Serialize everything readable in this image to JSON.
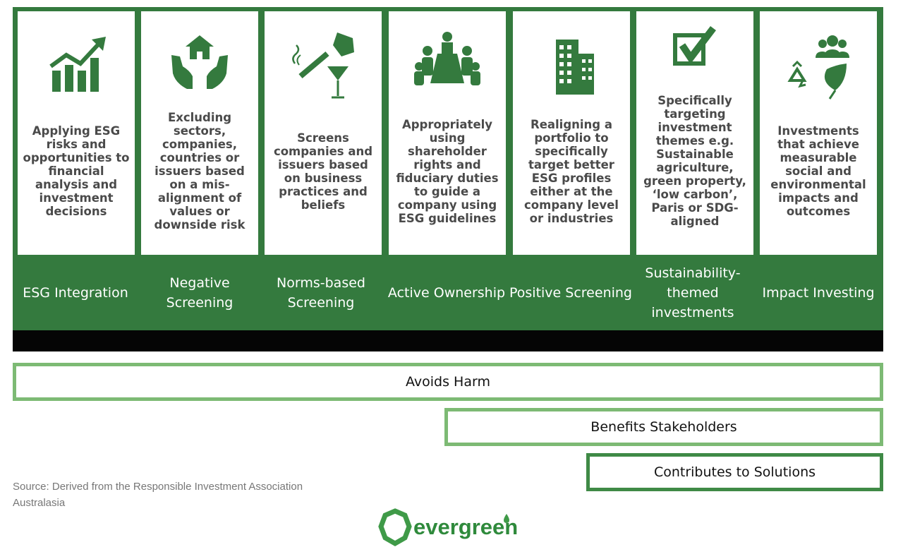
{
  "colors": {
    "primary_green": "#347a3e",
    "light_green": "#7dba74",
    "band_black": "#050505"
  },
  "strategies": [
    {
      "icon": "growth-chart-icon",
      "description": "Applying ESG risks and opportunities to financial analysis and investment decisions",
      "label": "ESG Integration"
    },
    {
      "icon": "hands-house-icon",
      "description": "Excluding sectors, companies, countries or issuers based on a mis-alignment of values or downside risk",
      "label": "Negative Screening"
    },
    {
      "icon": "smoking-drinking-gambling-icon",
      "description": "Screens companies and issuers based on business practices and beliefs",
      "label": "Norms-based Screening"
    },
    {
      "icon": "boardroom-meeting-icon",
      "description": "Appropriately using shareholder rights and fiduciary duties to guide a company using ESG guidelines",
      "label": "Active Ownership"
    },
    {
      "icon": "office-buildings-icon",
      "description": "Realigning a portfolio to specifically target better ESG profiles either at the company level or industries",
      "label": "Positive Screening"
    },
    {
      "icon": "checkbox-checked-icon",
      "description": "Specifically targeting investment themes e.g. Sustainable agriculture, green property, ‘low carbon’, Paris or SDG-aligned",
      "label": "Sustainability-themed investments"
    },
    {
      "icon": "people-recycle-leaf-icon",
      "description": "Investments that achieve measurable social and environmental impacts and outcomes",
      "label": "Impact Investing"
    }
  ],
  "outcomes": {
    "avoids_harm": "Avoids Harm",
    "benefits_stakeholders": "Benefits Stakeholders",
    "contributes_to_solutions": "Contributes to Solutions"
  },
  "source": "Source: Derived from the Responsible Investment Association Australasia",
  "logo": {
    "text": "evergreen"
  }
}
